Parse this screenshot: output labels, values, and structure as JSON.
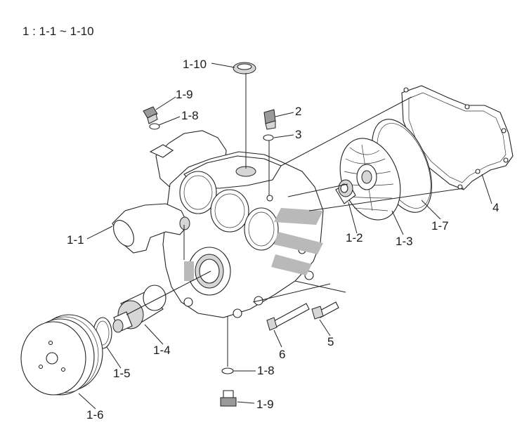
{
  "header": {
    "scale_note": "1 : 1-1 ~ 1-10"
  },
  "callouts": [
    {
      "id": "c-1-10",
      "text": "1-10"
    },
    {
      "id": "c-1-9-top",
      "text": "1-9"
    },
    {
      "id": "c-1-8-top",
      "text": "1-8"
    },
    {
      "id": "c-2",
      "text": "2"
    },
    {
      "id": "c-3",
      "text": "3"
    },
    {
      "id": "c-4",
      "text": "4"
    },
    {
      "id": "c-1-7",
      "text": "1-7"
    },
    {
      "id": "c-1-3",
      "text": "1-3"
    },
    {
      "id": "c-1-2",
      "text": "1-2"
    },
    {
      "id": "c-1-1",
      "text": "1-1"
    },
    {
      "id": "c-1-4",
      "text": "1-4"
    },
    {
      "id": "c-1-5",
      "text": "1-5"
    },
    {
      "id": "c-1-6",
      "text": "1-6"
    },
    {
      "id": "c-6",
      "text": "6"
    },
    {
      "id": "c-5",
      "text": "5"
    },
    {
      "id": "c-1-8-bot",
      "text": "1-8"
    },
    {
      "id": "c-1-9-bot",
      "text": "1-9"
    }
  ]
}
